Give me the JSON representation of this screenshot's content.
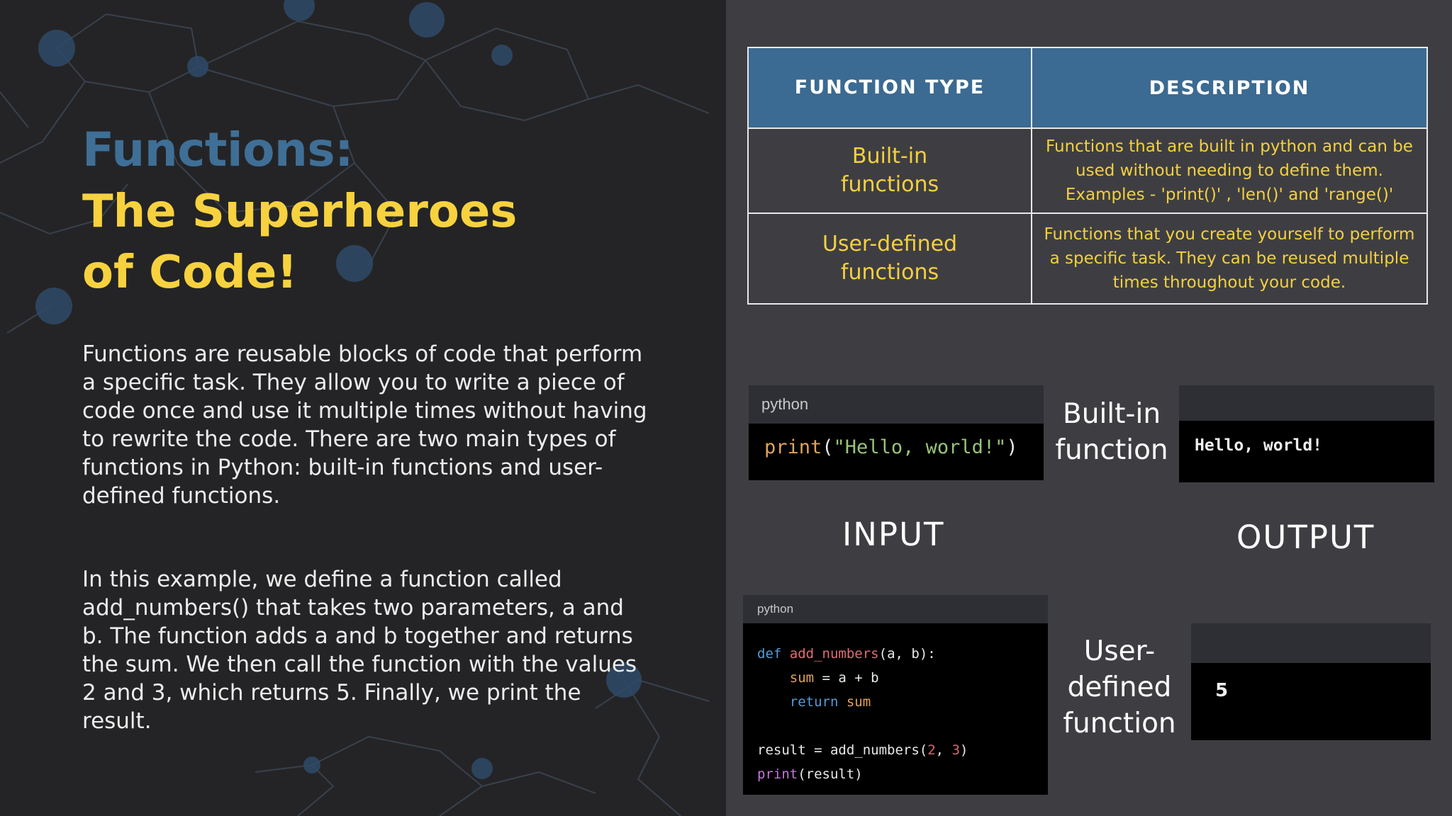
{
  "title": {
    "line1": "Functions:",
    "line2": "The Superheroes",
    "line3": "of Code!"
  },
  "paragraphs": {
    "intro": "Functions are reusable blocks of code that perform a specific task. They allow you to write a piece of code once and use it multiple times without having to rewrite the code. There are two main types of functions in Python: built-in functions and user-defined functions.",
    "example": "In this example, we define a function called add_numbers() that takes two parameters, a and b. The function adds a and b together and returns the sum. We then call the function with the values 2 and 3, which returns 5. Finally, we print the result."
  },
  "table": {
    "headers": [
      "FUNCTION TYPE",
      "DESCRIPTION"
    ],
    "rows": [
      {
        "type": "Built-in functions",
        "description": "Functions that are built in python and can be used without needing to define them. Examples - 'print()' , 'len()' and 'range()'"
      },
      {
        "type": "User-defined functions",
        "description": "Functions that you create yourself to perform a specific task. They can be reused multiple times throughout your code."
      }
    ]
  },
  "builtin_example": {
    "lang": "python",
    "code_fn": "print",
    "code_open": "(",
    "code_str": "\"Hello, world!\"",
    "code_close": ")",
    "output": "Hello, world!",
    "label": "Built-in function"
  },
  "io_labels": {
    "input": "INPUT",
    "output": "OUTPUT"
  },
  "user_example": {
    "lang": "python",
    "kw_def": "def",
    "fn_name": "add_numbers",
    "params": "(a, b):",
    "body_sum_var": "sum",
    "body_sum_expr": " = a + b",
    "kw_return": "return",
    "return_var": "sum",
    "call_prefix": "result = add_numbers(",
    "arg1": "2",
    "arg_sep": ", ",
    "arg2": "3",
    "call_suffix": ")",
    "print_fn": "print",
    "print_arg": "(result)",
    "output": "5",
    "label": "User-defined function"
  },
  "colors": {
    "title_blue": "#3f6f96",
    "title_yellow": "#f7d23e",
    "table_header_bg": "#3b6a92",
    "table_text": "#f4d03f"
  }
}
